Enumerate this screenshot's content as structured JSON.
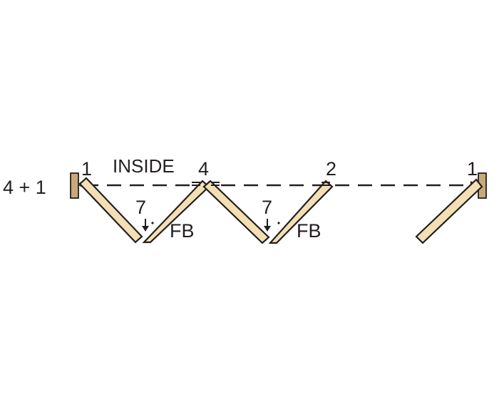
{
  "configuration_label": "4 + 1",
  "inside_label": "INSIDE",
  "panel_numbers": [
    "1",
    "4",
    "2",
    "1"
  ],
  "fold_labels": [
    {
      "number": "7",
      "tag": "FB"
    },
    {
      "number": "7",
      "tag": "FB"
    }
  ],
  "colors": {
    "panel_fill": "#f4dfb5",
    "jamb_fill": "#c9a97a",
    "line": "#231f20"
  }
}
